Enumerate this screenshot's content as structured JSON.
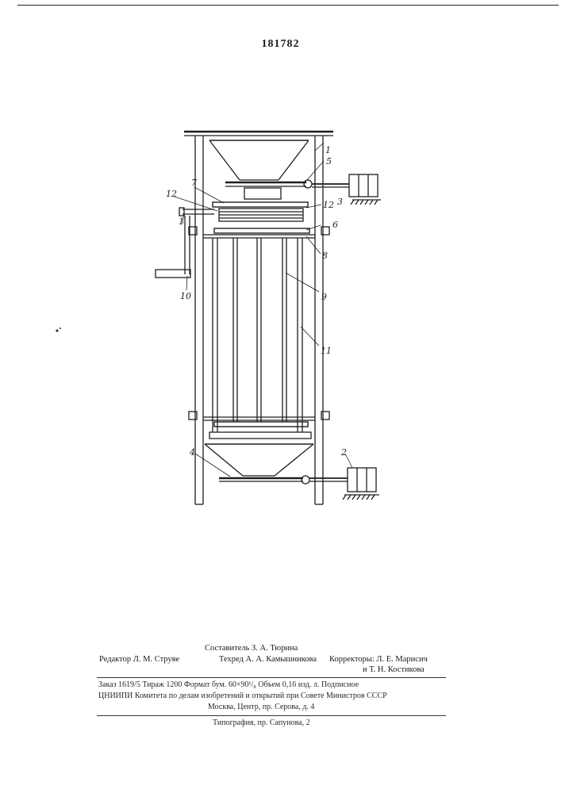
{
  "patent_number": "181782",
  "figure_labels": {
    "l1a": "1",
    "l5": "5",
    "l3": "3",
    "l7": "7",
    "l12a": "12",
    "l1b": "1",
    "l12b": "12",
    "l6": "6",
    "l8": "8",
    "l10": "10",
    "l9": "9",
    "l11": "11",
    "l4": "4",
    "l2": "2"
  },
  "credits": {
    "compiler": "Составитель З. А. Тюрина",
    "editor": "Редактор Л. М. Струве",
    "tech_editor": "Техред А. А. Камышникова",
    "proofreaders_1": "Корректоры: Л. Е. Марисич",
    "proofreaders_2": "и Т. Н. Костикова"
  },
  "imprint": {
    "line1": "Заказ 1619/5   Тираж 1200   Формат бум. 60×90¹/₈   Объем 0,16 изд. л.   Подписное",
    "line2": "ЦНИИПИ Комитета по делам изобретений и открытий при Совете Министров СССР",
    "line3": "Москва, Центр, пр. Серова, д. 4",
    "printer": "Типография, пр. Сапунова, 2"
  }
}
